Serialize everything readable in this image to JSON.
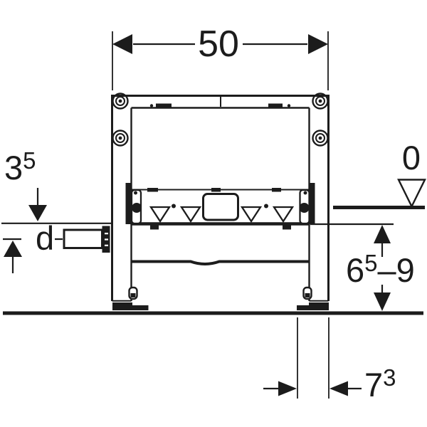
{
  "diagram": {
    "type": "technical-dimension-drawing",
    "background": "#ffffff",
    "ink_color": "#1c1c1c",
    "dimensions": {
      "frame_width": {
        "value": "50"
      },
      "pipe_axis_depth": {
        "base": "3",
        "sup": "5"
      },
      "pipe_diameter": {
        "label": "d"
      },
      "zero_level": {
        "label": "0"
      },
      "finished_floor_range": {
        "base": "6",
        "sup": "5",
        "suffix": "–9"
      },
      "drain_offset": {
        "base": "7",
        "sup": "3"
      }
    }
  }
}
